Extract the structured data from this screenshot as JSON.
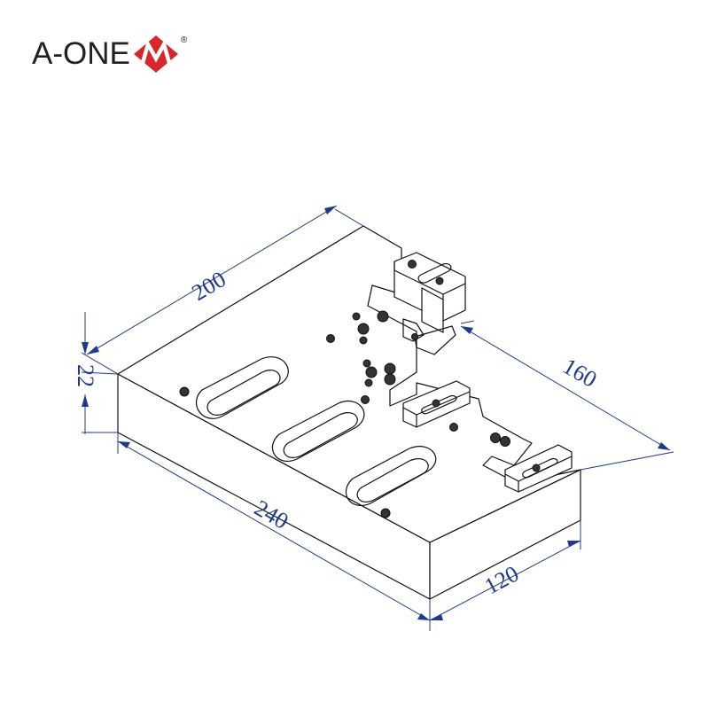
{
  "brand": {
    "name": "A-ONE",
    "registered_mark": "®",
    "accent_color": "#d9262b"
  },
  "dimensions": {
    "top_long_edge": "200",
    "top_short_edge": "160",
    "thickness": "22",
    "bottom_long_edge": "240",
    "bottom_short_edge": "120"
  },
  "colors": {
    "line": "#111111",
    "dimension": "#1f3a8c"
  }
}
